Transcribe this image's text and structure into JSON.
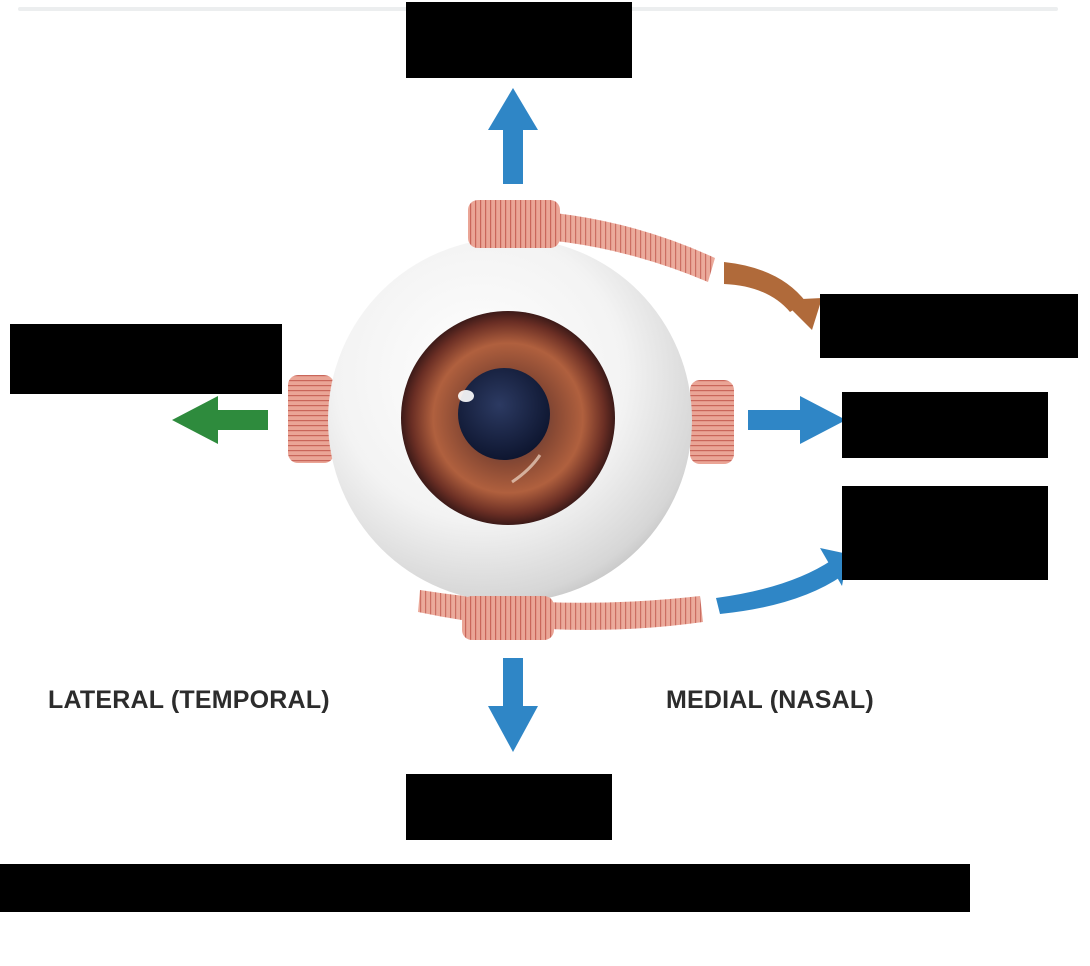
{
  "labels": {
    "lateral": "LATERAL (TEMPORAL)",
    "medial": "MEDIAL (NASAL)"
  },
  "redactions": [
    "top-label-box",
    "left-label-box",
    "upper-right-label-box",
    "middle-right-label-box",
    "lower-right-label-box",
    "bottom-label-box",
    "caption-bar"
  ],
  "colors": {
    "blue_arrow": "#2f86c6",
    "green_arrow": "#2e8b3d",
    "brown_arrow": "#b06a3a",
    "muscle": "#e8a090",
    "iris": "#7a3a2a",
    "pupil": "#1b2a4a",
    "label_text": "#2c2c2c",
    "redaction": "#000000"
  }
}
